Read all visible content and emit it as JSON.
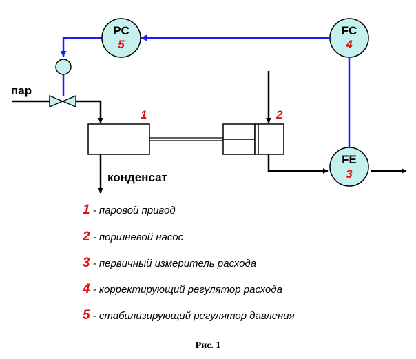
{
  "instruments": {
    "pc": {
      "code": "PC",
      "num": "5"
    },
    "fc": {
      "code": "FC",
      "num": "4"
    },
    "fe": {
      "code": "FE",
      "num": "3"
    }
  },
  "labels": {
    "steam": "пар",
    "condensate": "конденсат",
    "tag_drive": "1",
    "tag_pump": "2"
  },
  "legend": [
    {
      "num": "1",
      "text": " - паровой привод"
    },
    {
      "num": "2",
      "text": " - поршневой насос"
    },
    {
      "num": "3",
      "text": " - первичный измеритель расхода"
    },
    {
      "num": "4",
      "text": " - корректирующий регулятор расхода"
    },
    {
      "num": "5",
      "text": " - стабилизирующий регулятор давления"
    }
  ],
  "caption": "Рис. 1",
  "colors": {
    "signal_line": "#1a1aff",
    "instrument_fill": "#c4f0ee",
    "tag_red": "#e01010",
    "ink": "#000000"
  }
}
